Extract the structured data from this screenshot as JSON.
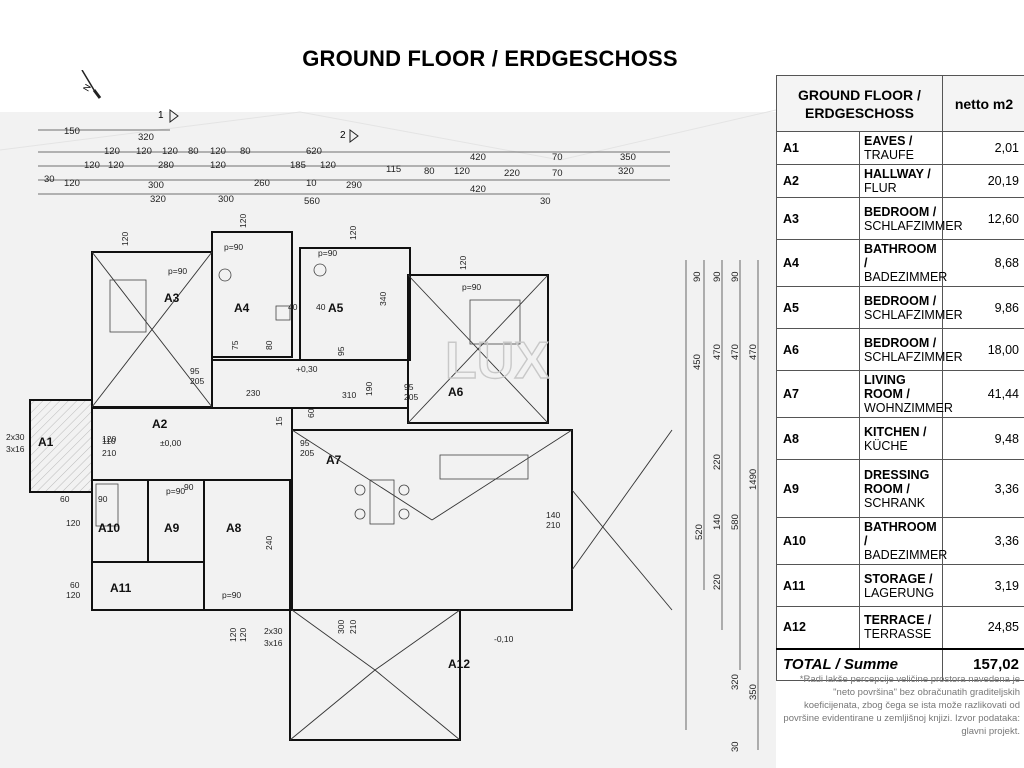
{
  "title": "GROUND FLOOR / ERDGESCHOSS",
  "table": {
    "header": {
      "name": "GROUND FLOOR / ERDGESCHOSS",
      "area": "netto m2"
    },
    "rows": [
      {
        "id": "A1",
        "en": "EAVES /",
        "de": " TRAUFE",
        "area": "2,01"
      },
      {
        "id": "A2",
        "en": "HALLWAY /",
        "de": " FLUR",
        "area": "20,19"
      },
      {
        "id": "A3",
        "en": "BEDROOM /",
        "de": "SCHLAFZIMMER",
        "area": "12,60"
      },
      {
        "id": "A4",
        "en": "BATHROOM /",
        "de": "BADEZIMMER",
        "area": "8,68"
      },
      {
        "id": "A5",
        "en": "BEDROOM /",
        "de": "SCHLAFZIMMER",
        "area": "9,86"
      },
      {
        "id": "A6",
        "en": "BEDROOM /",
        "de": "SCHLAFZIMMER",
        "area": "18,00"
      },
      {
        "id": "A7",
        "en": "LIVING ROOM /",
        "de": "WOHNZIMMER",
        "area": "41,44"
      },
      {
        "id": "A8",
        "en": "KITCHEN /",
        "de": "KÜCHE",
        "area": "9,48"
      },
      {
        "id": "A9",
        "en": "DRESSING ROOM /",
        "de": "SCHRANK",
        "area": "3,36"
      },
      {
        "id": "A10",
        "en": "BATHROOM /",
        "de": "BADEZIMMER",
        "area": "3,36"
      },
      {
        "id": "A11",
        "en": "STORAGE /",
        "de": "LAGERUNG",
        "area": "3,19"
      },
      {
        "id": "A12",
        "en": "TERRACE /",
        "de": "TERRASSE",
        "area": "24,85"
      }
    ],
    "total": {
      "label": "TOTAL / Summe",
      "value": "157,02"
    }
  },
  "footnote": "*Radi lakše percepcije veličine prostora navedena je \"neto površina\" bez obračunatih graditeljskih koeficijenata, zbog čega se ista može razlikovati od površine evidentirane u zemljišnoj knjizi. Izvor podataka: glavni projekt.",
  "plan": {
    "rooms": [
      "A1",
      "A2",
      "A3",
      "A4",
      "A5",
      "A6",
      "A7",
      "A8",
      "A9",
      "A10",
      "A11",
      "A12"
    ],
    "watermark": "LUX",
    "axis_markers": [
      "1",
      "2"
    ],
    "north_label": "N",
    "room_notes": [
      "p=90",
      "p=90",
      "p=90",
      "p=90",
      "p=90",
      "p=90",
      "±0,00",
      "+0,30",
      "-0,10"
    ],
    "dims": {
      "top_row1": [
        "150",
        "320"
      ],
      "top_row2": [
        "120",
        "120",
        "120",
        "80",
        "120",
        "80",
        "620",
        "420",
        "70",
        "350"
      ],
      "top_row3": [
        "120",
        "120",
        "280",
        "120",
        "185",
        "120",
        "115",
        "80",
        "120",
        "220",
        "70",
        "320"
      ],
      "top_row4": [
        "30",
        "120",
        "300",
        "260",
        "10",
        "290",
        "420"
      ],
      "top_row5": [
        "320",
        "300",
        "560",
        "30"
      ],
      "right_col": [
        "90",
        "90",
        "90",
        "450",
        "470",
        "470",
        "470",
        "220",
        "140",
        "220",
        "520",
        "580",
        "1490",
        "320",
        "350",
        "30"
      ],
      "left_col": [
        "2x30",
        "3x16",
        "120",
        "110",
        "210",
        "90",
        "60",
        "120",
        "60",
        "120"
      ],
      "interior": [
        "120",
        "120",
        "120",
        "120",
        "40",
        "340",
        "40",
        "190",
        "230",
        "95",
        "205",
        "95",
        "205",
        "310",
        "95",
        "205",
        "75",
        "80",
        "95",
        "15",
        "60",
        "90",
        "240",
        "140",
        "210",
        "300",
        "210",
        "120",
        "120",
        "2x30",
        "3x16"
      ]
    }
  }
}
